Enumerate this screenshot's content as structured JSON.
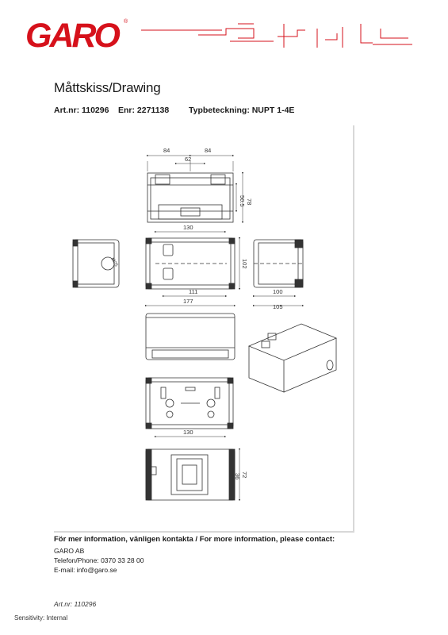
{
  "brand": {
    "logo_text": "GARO",
    "logo_mark": "®",
    "color": "#d6111b"
  },
  "page": {
    "title": "Måttskiss/Drawing",
    "art_nr": "Art.nr: 110296",
    "enr": "Enr: 2271138",
    "type": "Typbeteckning: NUPT 1-4E"
  },
  "drawing": {
    "dims": {
      "top_left_84": "84",
      "top_right_84": "84",
      "top_62": "62",
      "top_78": "78",
      "top_50_5": "50.5",
      "front_130": "130",
      "front_102": "102",
      "front_111": "111",
      "front_177": "177",
      "side_100": "100",
      "side_105": "105",
      "side_m25": "M25",
      "back_130": "130",
      "bottom_72": "72",
      "bottom_36": "36"
    }
  },
  "contact": {
    "heading": "För mer information, vänligen kontakta / For more information, please contact:",
    "company": "GARO AB",
    "phone": "Telefon/Phone: 0370 33 28 00",
    "email": "E-mail: info@garo.se"
  },
  "footer": {
    "art": "Art.nr: 110296",
    "sensitivity": "Sensitivity: Internal"
  }
}
